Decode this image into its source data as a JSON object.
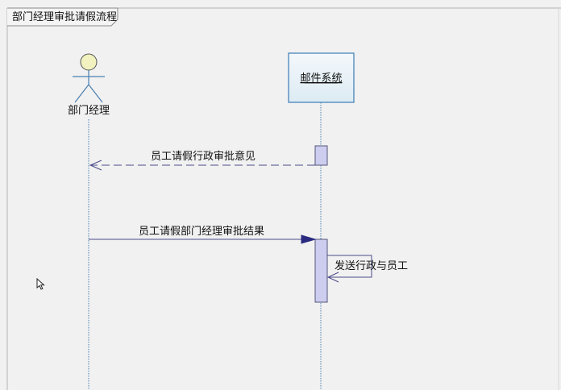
{
  "frame": {
    "title": "部门经理审批请假流程"
  },
  "participants": {
    "actor": {
      "name": "部门经理"
    },
    "system": {
      "name": "邮件系统"
    }
  },
  "messages": [
    {
      "label": "员工请假行政审批意见",
      "from": "邮件系统",
      "to": "部门经理",
      "style": "dashed-return"
    },
    {
      "label": "员工请假部门经理审批结果",
      "from": "部门经理",
      "to": "邮件系统",
      "style": "solid-sync"
    },
    {
      "label": "发送行政与员工",
      "from": "邮件系统",
      "to": "邮件系统",
      "style": "self-call"
    }
  ],
  "colors": {
    "lifeline": "#4a7fb0",
    "box_border": "#3b7bb5",
    "box_fill": "#e6f0f6",
    "activation_fill": "#cdcdf0",
    "activation_border": "#55557a",
    "message_line": "#4a4a8a",
    "actor_head": "#f2f2c0"
  }
}
